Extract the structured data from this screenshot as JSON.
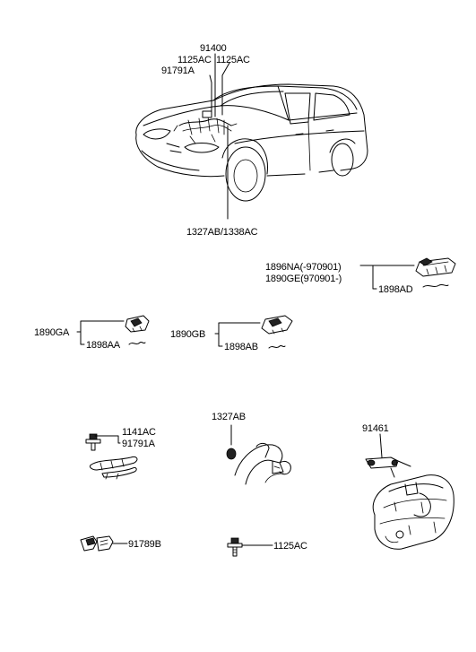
{
  "labels": {
    "car_91400": "91400",
    "car_1125ac_left": "1125AC",
    "car_1125ac_right": "1125AC",
    "car_91791a": "91791A",
    "car_bottom": "1327AB/1338AC",
    "conn_1896na": "1896NA(-970901)",
    "conn_1890ge": "1890GE(970901-)",
    "conn_1898ad": "1898AD",
    "conn_1890ga": "1890GA",
    "conn_1898aa": "1898AA",
    "conn_1890gb": "1890GB",
    "conn_1898ab": "1898AB",
    "bolt_1141ac": "1141AC",
    "bolt_91791a": "91791A",
    "grommet_1327ab": "1327AB",
    "bracket_91461": "91461",
    "clip_91789b": "91789B",
    "bolt_1125ac": "1125AC"
  },
  "icons": [
    "car-icon",
    "connector-icon",
    "bolt-icon",
    "grommet-icon",
    "transaxle-bracket-icon",
    "clip-icon"
  ]
}
